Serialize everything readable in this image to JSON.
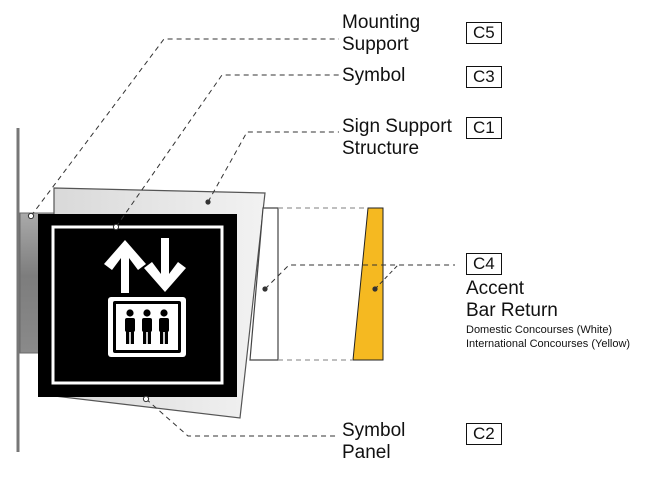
{
  "callouts": {
    "mounting_support": {
      "label_line1": "Mounting",
      "label_line2": "Support",
      "code": "C5"
    },
    "symbol": {
      "label": "Symbol",
      "code": "C3"
    },
    "sign_support_structure": {
      "label_line1": "Sign Support",
      "label_line2": "Structure",
      "code": "C1"
    },
    "accent_bar_return": {
      "code": "C4",
      "label_line1": "Accent",
      "label_line2": "Bar Return",
      "note_line1": "Domestic Concourses (White)",
      "note_line2": "International Concourses (Yellow)"
    },
    "symbol_panel": {
      "label_line1": "Symbol",
      "label_line2": "Panel",
      "code": "C2"
    }
  },
  "colors": {
    "panel": "#000000",
    "accent_bar": "#f5b921",
    "support_structure": "#e6e6e6",
    "mounting_support": "#8f8f8f",
    "wall": "#777777"
  },
  "icons": [
    "up-arrow-icon",
    "down-arrow-icon",
    "elevator-people-icon"
  ]
}
